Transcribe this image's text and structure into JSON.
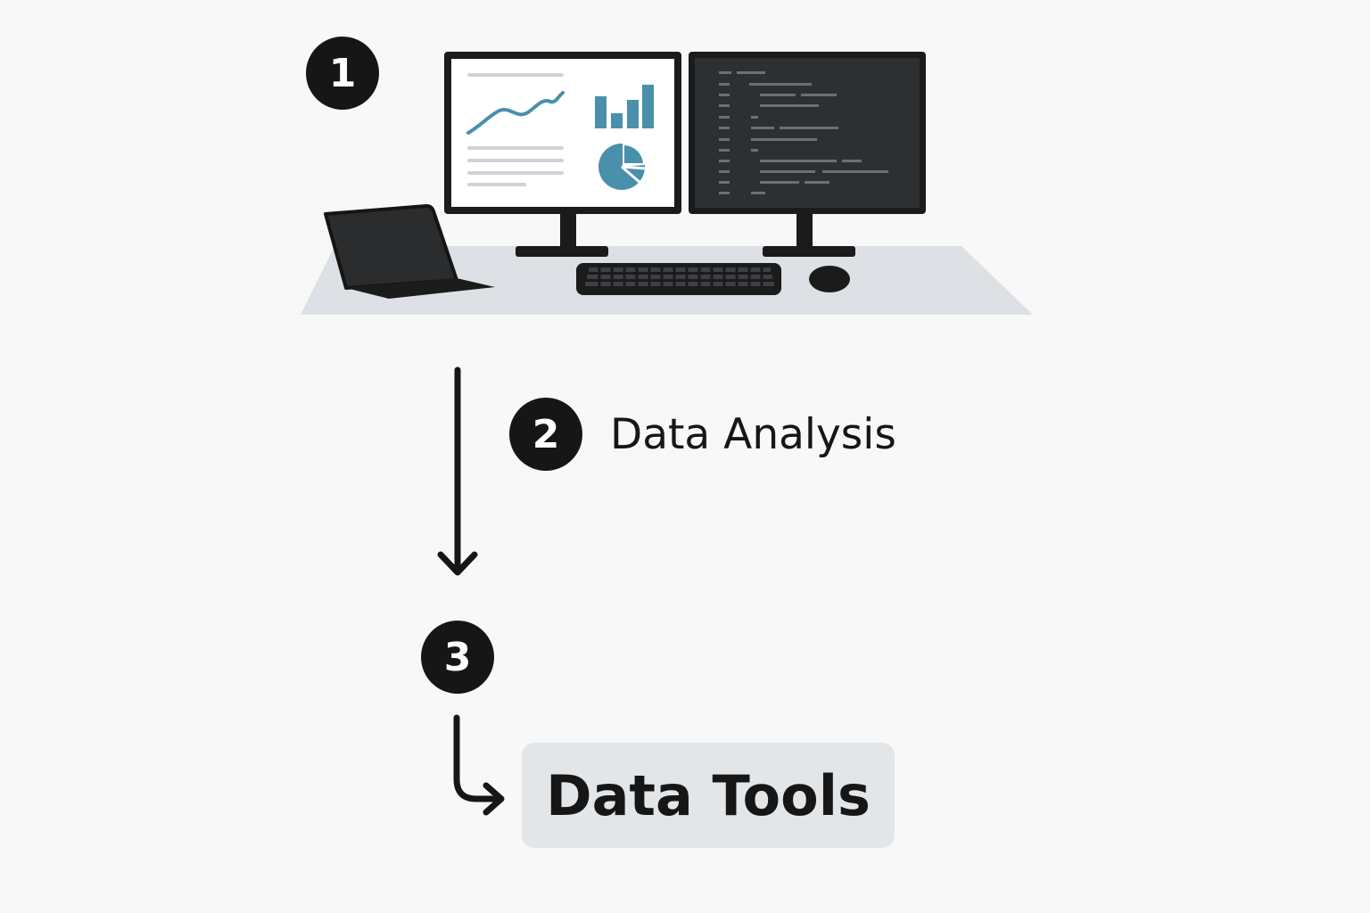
{
  "colors": {
    "background": "#f8f8f8",
    "ink": "#161616",
    "accent": "#4a8fab",
    "desk": "#dde0e4",
    "box": "#e3e6e9"
  },
  "illustration": {
    "icons": [
      "laptop-icon",
      "monitor-icon",
      "line-chart-icon",
      "bar-chart-icon",
      "pie-chart-icon",
      "code-editor-icon",
      "keyboard-icon",
      "mouse-icon"
    ]
  },
  "steps": [
    {
      "number": "1",
      "label": ""
    },
    {
      "number": "2",
      "label": "Data Analysis"
    },
    {
      "number": "3",
      "label": "Data Tools"
    }
  ]
}
